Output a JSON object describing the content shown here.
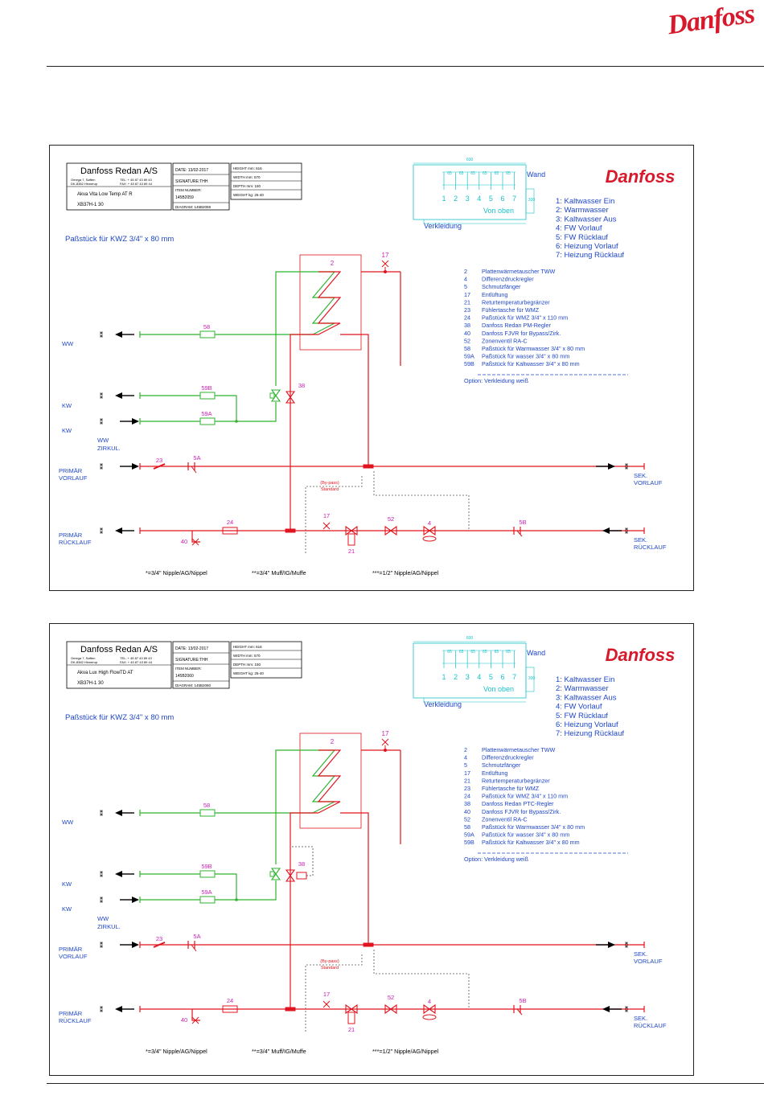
{
  "header": {
    "logo_text": "Danfoss"
  },
  "panels": [
    {
      "company": "Danfoss Redan A/S",
      "address1": "Omega 7, Søften",
      "address2": "DK-8382 Hinnerup",
      "tel": "TEL: + 45 87 43 89 43",
      "fax": "FAX: + 45 87 43 89 44",
      "product": "Akva Vita Low Temp AT R",
      "code": "XB37H-1 30",
      "date": "DATE: 13/02-2017",
      "signature": "SIGNATURE:THH",
      "item_label": "ITEM NUMBER:",
      "item_number": "145B2059",
      "diagram": "DIAGRAM: 145B2059",
      "height": "HEIGHT  mm:   616",
      "width": "WIDTH   mm:   570",
      "depth": "DEPTH   mm:   150",
      "weight": "WEIGHT  kg:   25-40",
      "valve38_extra": false
    },
    {
      "company": "Danfoss Redan A/S",
      "address1": "Omega 7, Søften",
      "address2": "DK-8382 Hinnerup",
      "tel": "TEL: + 45 87 43 89 43",
      "fax": "FAX: + 45 87 43 89 44",
      "product": "Akva Lux High FlowTD AT",
      "code": "XB37H-1 30",
      "date": "DATE: 13/02-2017",
      "signature": "SIGNATURE:THH",
      "item_label": "ITEM NUMBER:",
      "item_number": "145B2060",
      "diagram": "DIAGRAM: 145B2060",
      "height": "HEIGHT  mm:   616",
      "width": "WIDTH   mm:   570",
      "depth": "DEPTH   mm:   150",
      "weight": "WEIGHT  kg:   25-40",
      "valve38_extra": true
    }
  ],
  "shared": {
    "logo_small": "Danfoss",
    "passtueck_title": "Paßstück für KWZ 3/4\" x 80 mm",
    "wand": "Wand",
    "von_oben": "Von oben",
    "verkleidung": "Verkleidung",
    "dim_600": "600",
    "dim_65": "65",
    "dim_300": "300",
    "connection_numbers": [
      "1",
      "2",
      "3",
      "4",
      "5",
      "6",
      "7"
    ],
    "connections": [
      "1: Kaltwasser Ein",
      "2: Warmwasser",
      "3: Kaltwasser Aus",
      "4: FW Vorlauf",
      "5: FW Rücklauf",
      "6: Heizung Vorlauf",
      "7: Heizung Rücklauf"
    ],
    "components": [
      [
        "2",
        "Plattenwärmetauscher TWW"
      ],
      [
        "4",
        "Differenzdruckregler"
      ],
      [
        "5",
        "Schmutzfänger"
      ],
      [
        "17",
        "Entlüftung"
      ],
      [
        "21",
        "Returtemperaturbegränzer"
      ],
      [
        "23",
        "Fühlertasche für WMZ"
      ],
      [
        "24",
        "Paßstück für WMZ 3/4\" x 110 mm"
      ],
      [
        "38",
        "Danfoss Redan PM-Regler"
      ],
      [
        "40",
        "Danfoss FJVR for Bypass/Zirk."
      ],
      [
        "52",
        "Zonenventil RA-C"
      ],
      [
        "58",
        "Paßstück für Warmwasser 3/4\" x 80 mm"
      ],
      [
        "59A",
        "Paßstück für wasser 3/4\" x 80 mm"
      ],
      [
        "59B",
        "Paßstück für Kaltwasser 3/4\" x 80 mm"
      ]
    ],
    "components_alt38": "Danfoss Redan PTC-Regler",
    "option": "Option: Verkleidung weiß",
    "labels": {
      "ww": "WW",
      "kw": "KW",
      "ww_zirkul_1": "WW",
      "ww_zirkul_2": "ZIRKUL.",
      "primaer_1": "PRIMÄR",
      "vorlauf": "VORLAUF",
      "ruecklauf": "RÜCKLAUF",
      "sek": "SEK.",
      "bypass": "(By-pass)",
      "standard": "Standard"
    },
    "tags": {
      "t2": "2",
      "t17": "17",
      "t58": "58",
      "t59b": "59B",
      "t59a": "59A",
      "t38": "38",
      "t23": "23",
      "t5a": "5A",
      "t24": "24",
      "t40": "40",
      "t21": "21",
      "t52": "52",
      "t4": "4",
      "t5b": "5B"
    },
    "legend": {
      "a": "*=3/4\" Nipple/AG/Nippel",
      "b": "**=3/4\" Muff/IG/Muffe",
      "c": "***=1/2\" Nipple/AG/Nippel"
    }
  },
  "colors": {
    "red": "#d7192b",
    "green": "#2fb42f",
    "cyan": "#19c2c8",
    "magenta": "#c81eb4",
    "blue": "#1e46c8",
    "pipe_red": "#e0141e"
  }
}
